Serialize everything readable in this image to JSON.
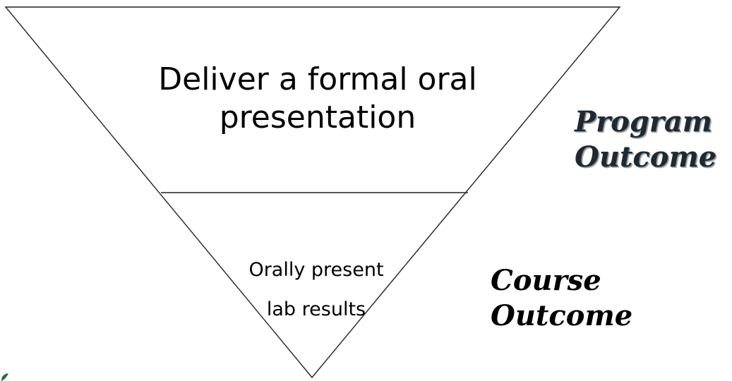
{
  "diagram": {
    "tiers": [
      {
        "name": "program",
        "lines": [
          "Deliver a formal oral",
          "presentation"
        ]
      },
      {
        "name": "course",
        "lines": [
          "Orally present",
          "lab results"
        ]
      }
    ],
    "labels": {
      "program_outcome": [
        "Program",
        "Outcome"
      ],
      "course_outcome": [
        "Course",
        "Outcome"
      ]
    },
    "colors": {
      "line": "#222222",
      "program_label": "#1e2a33",
      "course_label": "#000000",
      "leaf": "#1e6b3a"
    },
    "icons": {
      "corner_mark": "leaf-icon"
    }
  }
}
